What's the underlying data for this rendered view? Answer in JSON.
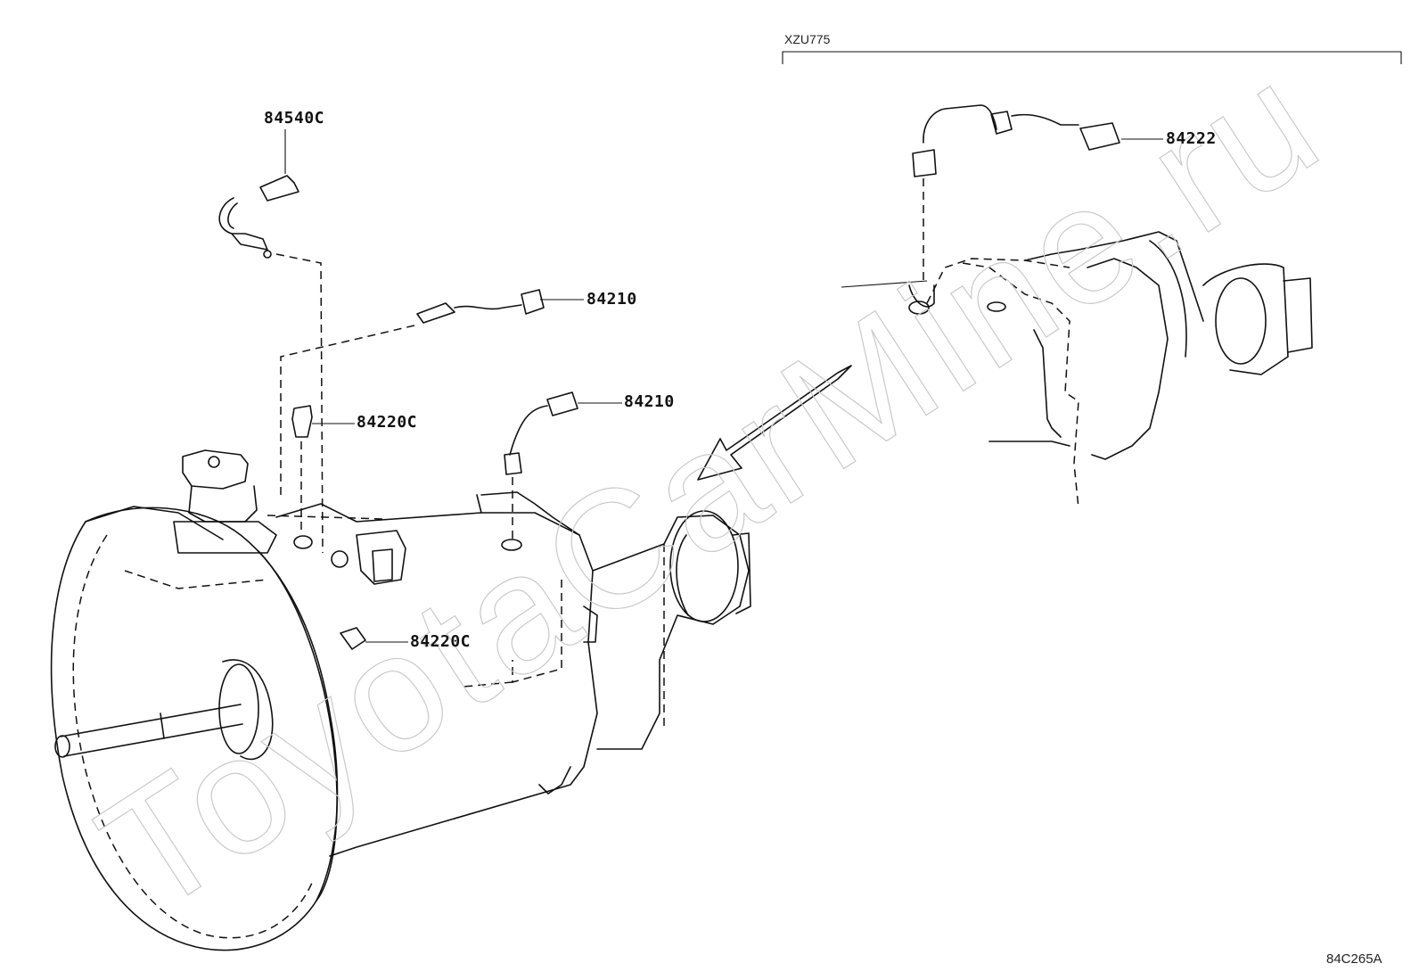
{
  "figure_code": "84C265A",
  "variant_label": "XZU775",
  "watermark": "ToyotaCarMine.ru",
  "parts": [
    {
      "id": "p1",
      "number": "84540C"
    },
    {
      "id": "p2",
      "number": "84210"
    },
    {
      "id": "p3",
      "number": "84210"
    },
    {
      "id": "p4",
      "number": "84220C"
    },
    {
      "id": "p5",
      "number": "84220C"
    },
    {
      "id": "p6",
      "number": "84222"
    }
  ]
}
